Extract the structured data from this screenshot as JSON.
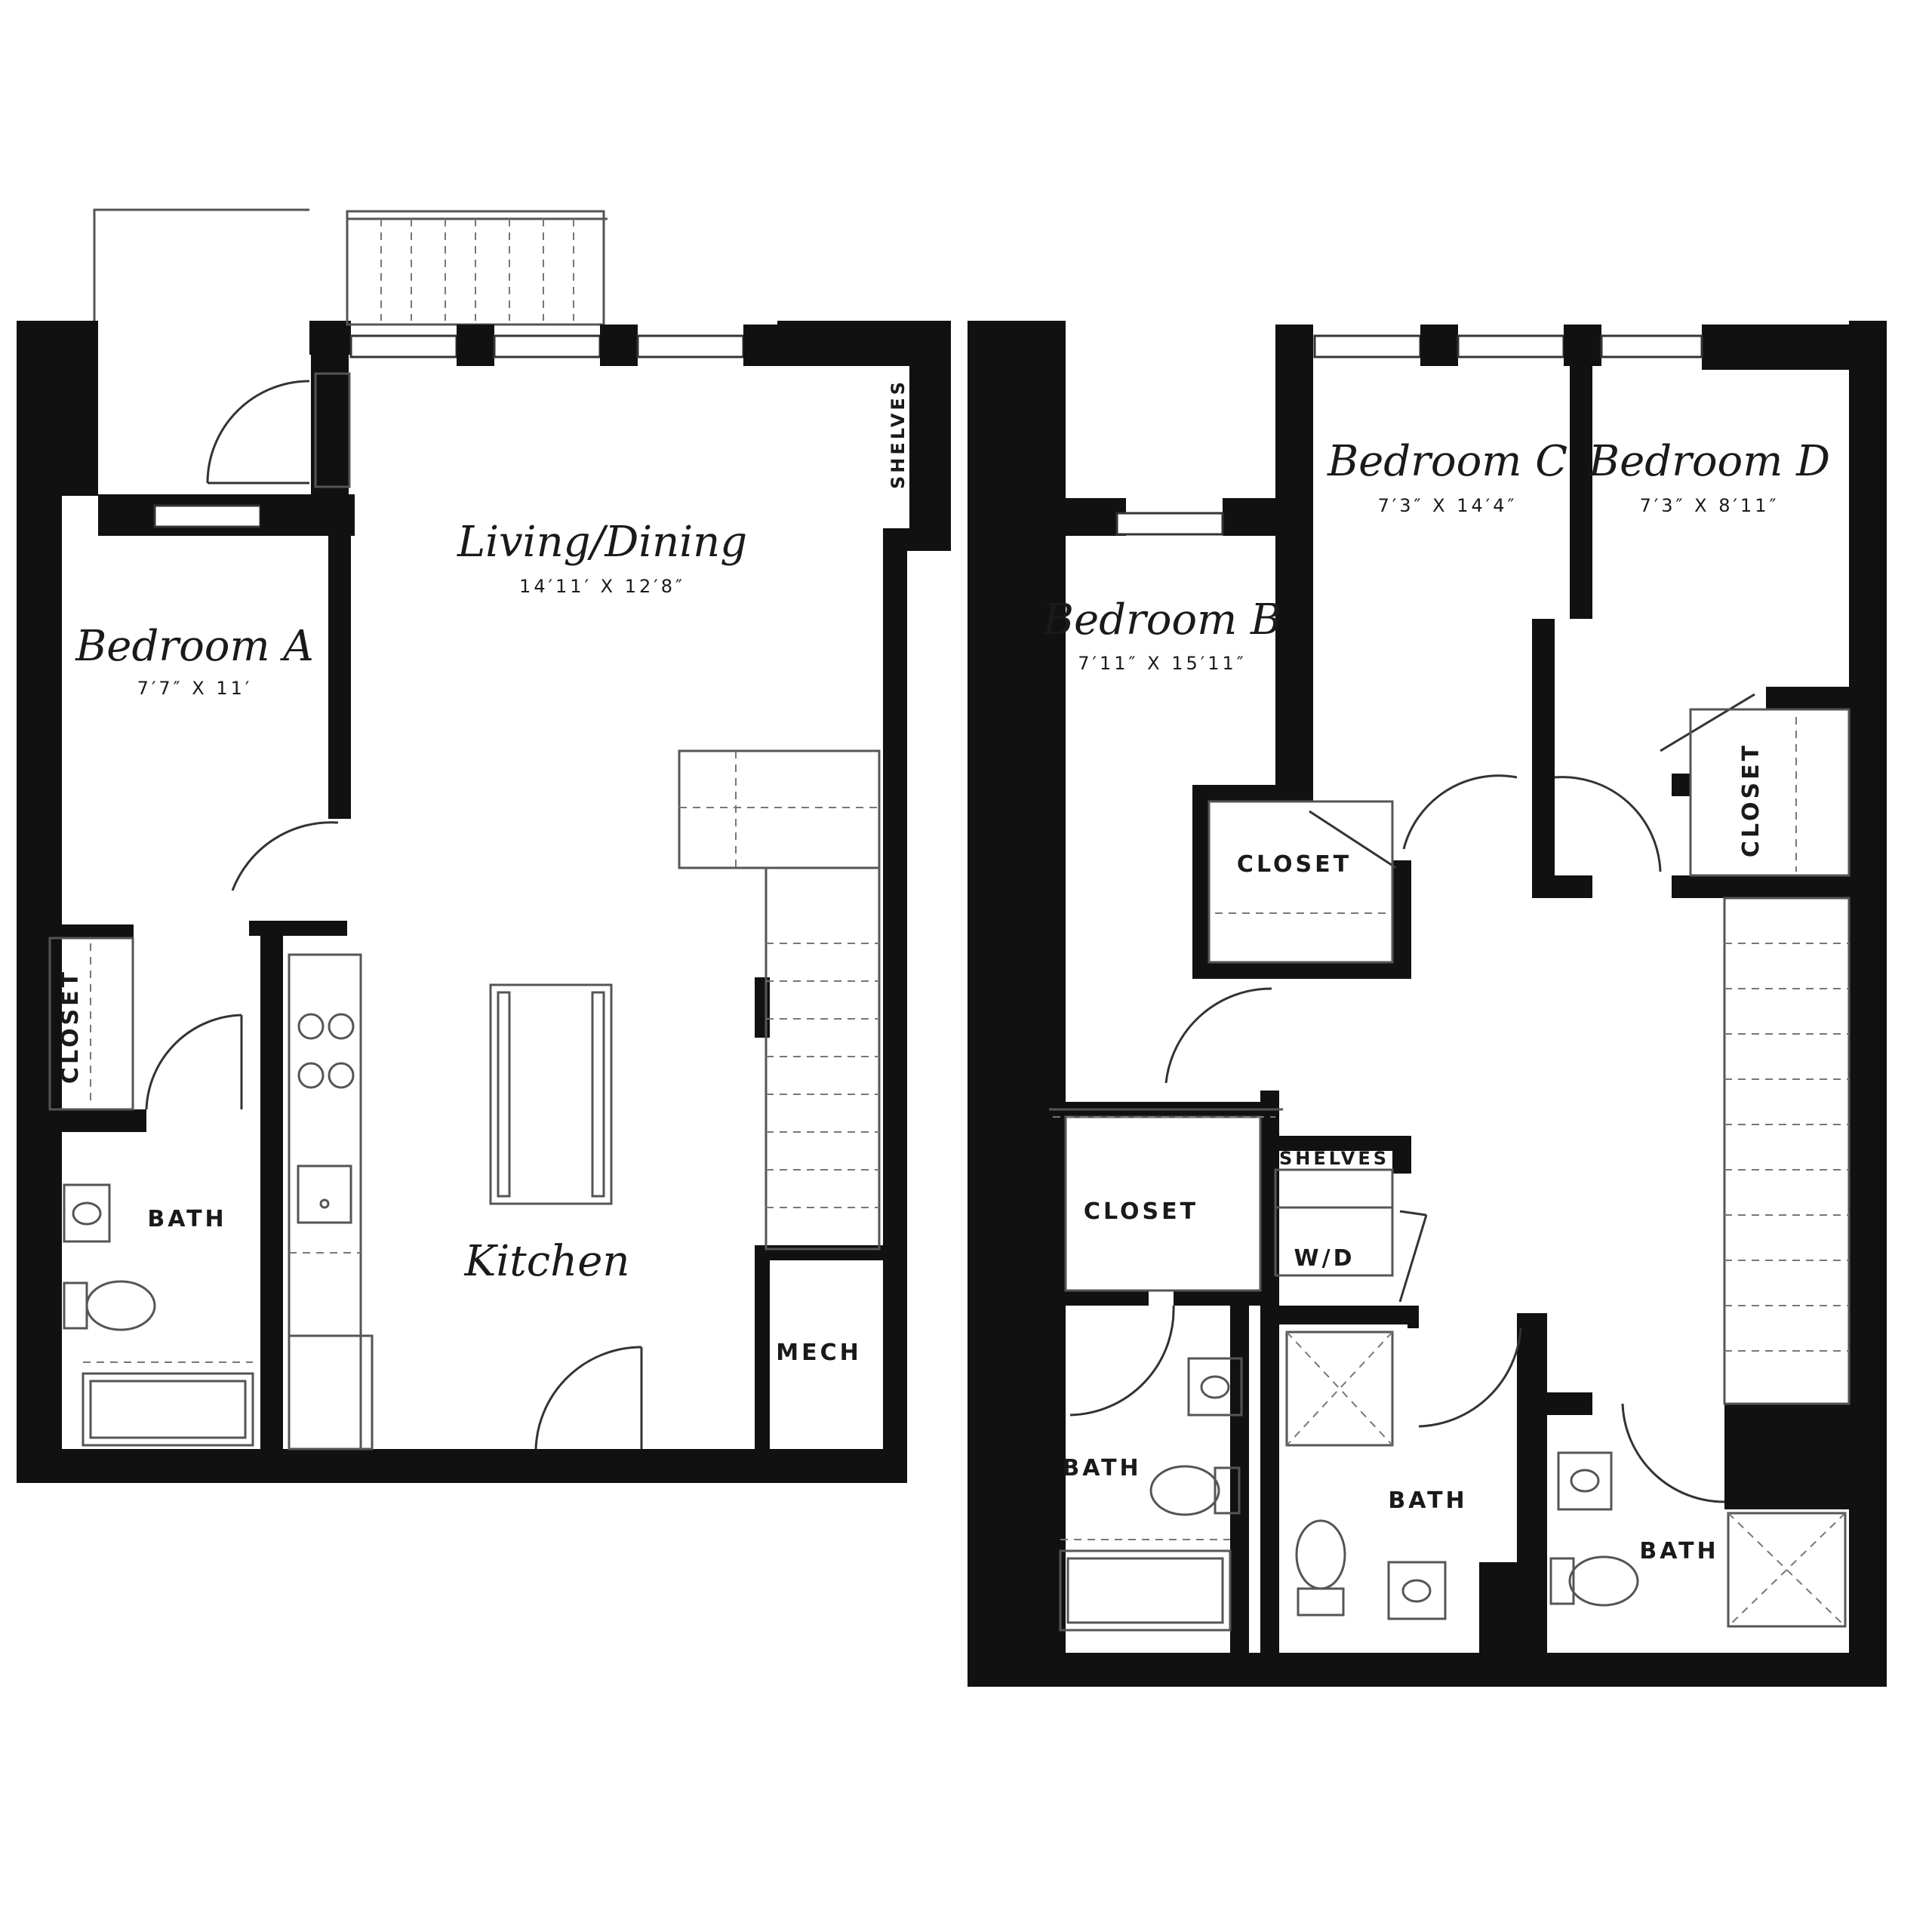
{
  "rooms": {
    "bedroom_a": {
      "name": "Bedroom A",
      "dims": "7′7″ X 11′"
    },
    "living": {
      "name": "Living/Dining",
      "dims": "14′11′ X 12′8″"
    },
    "kitchen": {
      "name": "Kitchen"
    },
    "bedroom_b": {
      "name": "Bedroom B",
      "dims": "7′11″ X 15′11″"
    },
    "bedroom_c": {
      "name": "Bedroom C",
      "dims": "7′3″ X 14′4″"
    },
    "bedroom_d": {
      "name": "Bedroom D",
      "dims": "7′3″ X 8′11″"
    }
  },
  "labels": {
    "shelves": "SHELVES",
    "closet": "CLOSET",
    "bath": "BATH",
    "mech": "MECH",
    "wd": "W/D"
  },
  "colors": {
    "wall": "#111111",
    "background": "#ffffff"
  }
}
